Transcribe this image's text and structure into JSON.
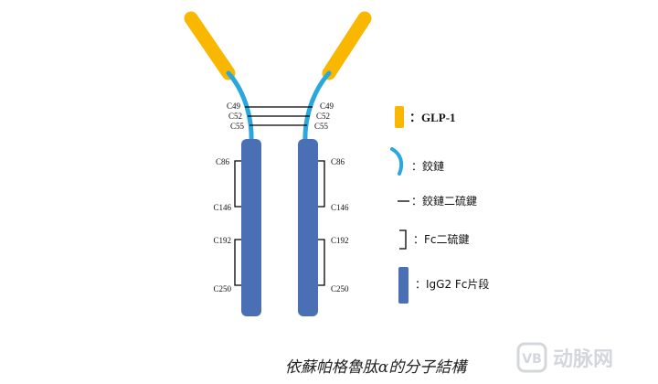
{
  "colors": {
    "glp1": "#f9b700",
    "hinge": "#2aa7dc",
    "fc": "#4a6fb5",
    "bond": "#000000",
    "watermark": "#cfd3d8"
  },
  "hinge_labels": {
    "left": [
      "C49",
      "C52",
      "C55"
    ],
    "right": [
      "C49",
      "C52",
      "C55"
    ]
  },
  "fc_labels": {
    "left": [
      "C86",
      "C146",
      "C192",
      "C250"
    ],
    "right": [
      "C86",
      "C146",
      "C192",
      "C250"
    ]
  },
  "legend": [
    {
      "icon": "glp1-swatch-icon",
      "text": "：GLP-1"
    },
    {
      "icon": "hinge-curve-icon",
      "text": "：鉸鏈"
    },
    {
      "icon": "hinge-disulfide-icon",
      "text": "：鉸鏈二硫鍵"
    },
    {
      "icon": "fc-disulfide-bracket-icon",
      "text": "：Fc二硫鍵"
    },
    {
      "icon": "fc-segment-swatch-icon",
      "text": "：IgG2 Fc片段"
    }
  ],
  "caption": "依蘇帕格魯肽α的分子結構",
  "watermark": {
    "text": "动脉网",
    "logo": "VB"
  }
}
